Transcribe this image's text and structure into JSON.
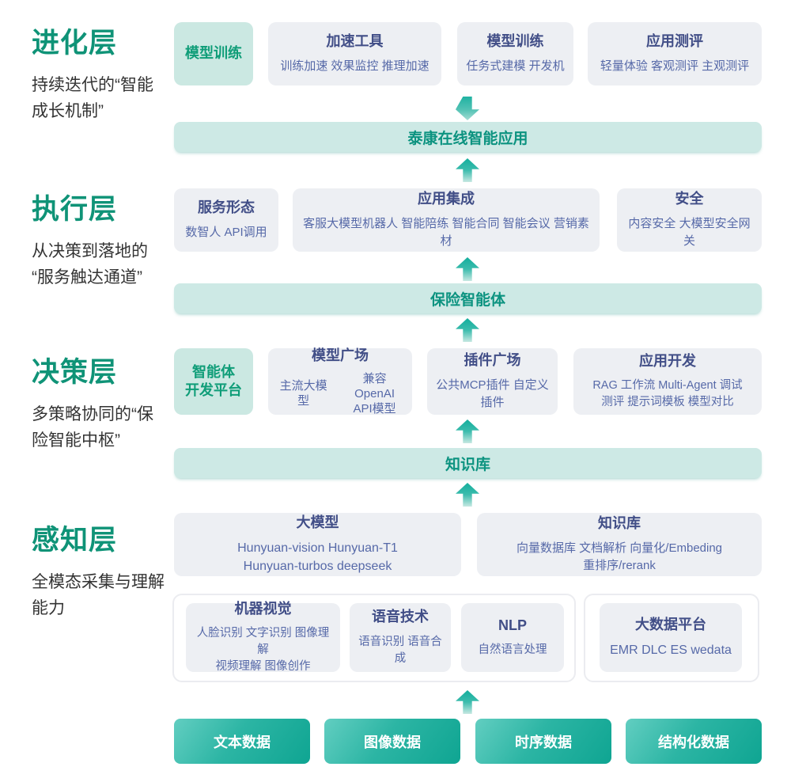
{
  "evolution": {
    "title": "进化层",
    "subtitle": "持续迭代的“智能\n成长机制”",
    "boxes": [
      {
        "title": "模型训练"
      },
      {
        "title": "加速工具",
        "sub": "训练加速 效果监控 推理加速"
      },
      {
        "title": "模型训练",
        "sub": "任务式建模 开发机"
      },
      {
        "title": "应用测评",
        "sub": "轻量体验 客观测评 主观测评"
      }
    ],
    "banner": "泰康在线智能应用"
  },
  "execution": {
    "title": "执行层",
    "subtitle": "从决策到落地的\n“服务触达通道”",
    "boxes": [
      {
        "title": "服务形态",
        "sub": "数智人 API调用"
      },
      {
        "title": "应用集成",
        "sub": "客服大模型机器人 智能陪练 智能合同 智能会议 营销素材"
      },
      {
        "title": "安全",
        "sub": "内容安全 大模型安全网关"
      }
    ],
    "banner": "保险智能体"
  },
  "decision": {
    "title": "决策层",
    "subtitle": "多策略协同的“保\n险智能中枢”",
    "boxes": [
      {
        "title": "智能体\n开发平台"
      },
      {
        "title": "模型广场",
        "sub_items": [
          "主流大模型",
          "兼容OpenAI\nAPI模型"
        ]
      },
      {
        "title": "插件广场",
        "sub": "公共MCP插件 自定义插件"
      },
      {
        "title": "应用开发",
        "sub": "RAG 工作流 Multi-Agent 调试\n测评 提示词模板 模型对比"
      }
    ],
    "banner": "知识库"
  },
  "perception": {
    "title": "感知层",
    "subtitle": "全模态采集与理解\n能力",
    "boxes": [
      {
        "title": "大模型",
        "sub": "Hunyuan-vision Hunyuan-T1\nHunyuan-turbos deepseek"
      },
      {
        "title": "知识库",
        "sub": "向量数据库 文档解析 向量化/Embeding\n重排序/rerank"
      }
    ],
    "ai_group": [
      {
        "title": "机器视觉",
        "sub": "人脸识别 文字识别 图像理解\n视频理解 图像创作"
      },
      {
        "title": "语音技术",
        "sub": "语音识别 语音合成"
      },
      {
        "title": "NLP",
        "sub": "自然语言处理"
      }
    ],
    "bigdata_group": [
      {
        "title": "大数据平台",
        "sub": "EMR DLC ES wedata"
      }
    ]
  },
  "data_sources": [
    "文本数据",
    "图像数据",
    "时序数据",
    "结构化数据"
  ],
  "colors": {
    "accent_green": "#0f9377",
    "box_teal_bg": "#cbe8e2",
    "box_gray_bg": "#edeff3",
    "banner_bg": "#cde9e5",
    "box_title_indigo": "#414e87",
    "box_sub_indigo": "#5669a8",
    "button_gradient_start": "#62cec1",
    "button_gradient_end": "#0fa592"
  }
}
